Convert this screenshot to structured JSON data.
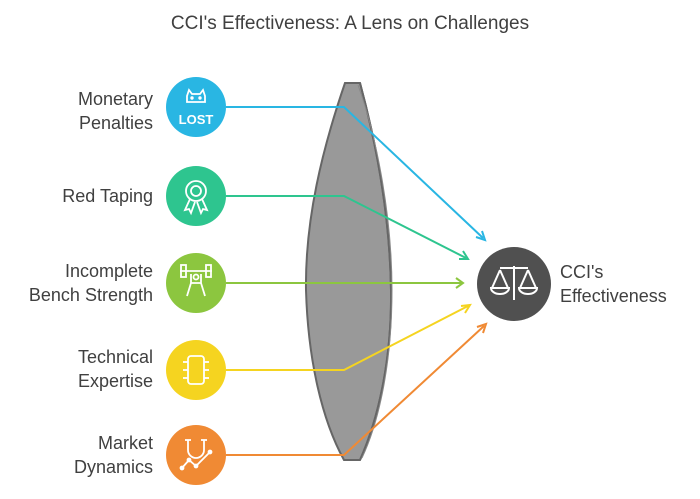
{
  "title": "CCI's Effectiveness: A Lens on Challenges",
  "target": {
    "lines": [
      "CCI's",
      "Effectiveness"
    ],
    "icon": "balance-scale-icon",
    "color": "#505050"
  },
  "factors": [
    {
      "lines": [
        "Monetary",
        "Penalties"
      ],
      "icon": "lost-icon",
      "icon_text": "LOST",
      "color": "#29B6E3"
    },
    {
      "lines": [
        "Red Taping"
      ],
      "icon": "award-ribbon-icon",
      "color": "#2EC58F"
    },
    {
      "lines": [
        "Incomplete",
        "Bench Strength"
      ],
      "icon": "weightlifting-icon",
      "color": "#8CC63F"
    },
    {
      "lines": [
        "Technical",
        "Expertise"
      ],
      "icon": "microchip-icon",
      "color": "#F5D420"
    },
    {
      "lines": [
        "Market",
        "Dynamics"
      ],
      "icon": "magnet-chart-icon",
      "color": "#F08A34"
    }
  ],
  "lens_color": "#999999"
}
